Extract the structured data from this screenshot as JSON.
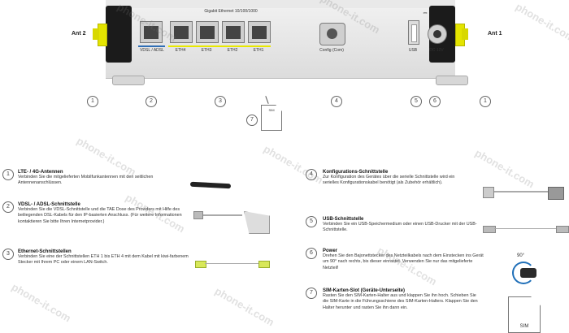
{
  "antenna_labels": {
    "left": "Ant 2",
    "right": "Ant 1"
  },
  "ports": {
    "gigabit_header": "Gigabit Ethernet 10/100/1000",
    "vdsl": "VDSL / ADSL",
    "eth4": "ETH4",
    "eth3": "ETH3",
    "eth2": "ETH2",
    "eth1": "ETH1",
    "config": "Config (Com)",
    "usb": "USB",
    "dc": "DC 12V"
  },
  "callouts": [
    "1",
    "2",
    "3",
    "4",
    "5",
    "6",
    "1",
    "7"
  ],
  "sim_card_label_small": "SIM",
  "sim_card_label": "SIM",
  "watermark": "phone-it.com",
  "colors": {
    "antenna_yellow": "#e4e400",
    "vdsl_blue": "#2f6eb5",
    "eth_yellow": "#e8e800"
  },
  "sections": [
    {
      "num": "1",
      "title": "LTE- / 4G-Antennen",
      "text": "Verbinden Sie die mitgelieferten Mobilfunkantennen mit den seitlichen Antennenanschlüssen."
    },
    {
      "num": "2",
      "title": "VDSL- / ADSL-Schnittstelle",
      "text": "Verbinden Sie die VDSL-Schnittstelle und die TAE Dose des Providers mit Hilfe des beiliegenden DSL-Kabels für den IP-basierten Anschluss. (Für weitere Informationen kontaktieren Sie bitte Ihren Internetprovider.)"
    },
    {
      "num": "3",
      "title": "Ethernet-Schnittstellen",
      "text": "Verbinden Sie eine der Schnittstellen ETH 1 bis ETH 4 mit dem Kabel mit kiwi-farbenem Stecker mit Ihrem PC oder einem LAN-Switch."
    },
    {
      "num": "4",
      "title": "Konfigurations-Schnittstelle",
      "text": "Zur Konfiguration des Gerätes über die serielle Schnittstelle wird ein serielles Konfigurationskabel benötigt (als Zubehör erhältlich)."
    },
    {
      "num": "5",
      "title": "USB-Schnittstelle",
      "text": "Verbinden Sie ein USB-Speichermedium oder einen USB-Drucker mit der USB-Schnittstelle."
    },
    {
      "num": "6",
      "title": "Power",
      "text": "Drehen Sie den Bajonettstecker des Netzteilkabels nach dem Einstecken ins Gerät um 90° nach rechts, bis dieser einrastet. Verwenden Sie nur das mitgelieferte Netzteil!"
    },
    {
      "num": "7",
      "title": "SIM-Karten-Slot (Geräte-Unterseite)",
      "text": "Rasten Sie den SIM-Karten-Halter aus und klappen Sie ihn hoch. Schieben Sie die SIM-Karte in die Führungsschiene des SIM-Karten-Halters. Klappen Sie den Halter herunter und rasten Sie ihn dann ein."
    }
  ],
  "power_rotation": "90°"
}
